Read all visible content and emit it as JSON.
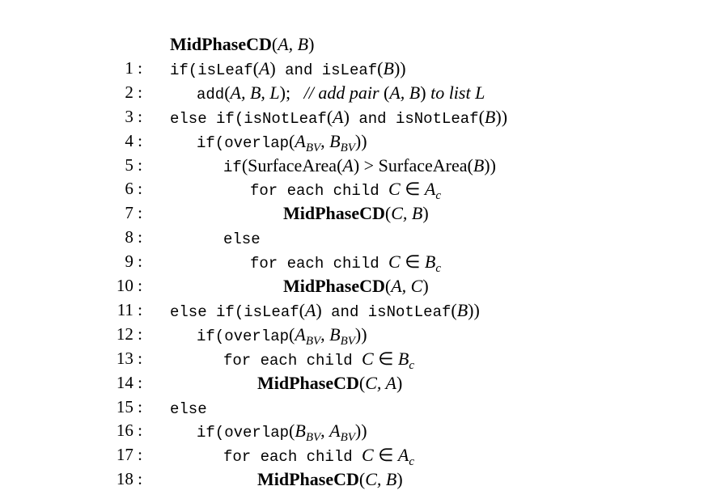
{
  "algorithm": {
    "header": [
      [
        "bf",
        "MidPhaseCD"
      ],
      [
        "rm",
        "("
      ],
      [
        "it",
        "A, B"
      ],
      [
        "rm",
        ")"
      ]
    ],
    "lines": [
      {
        "num": "1 :",
        "segs": [
          [
            "tt",
            "if(isLeaf"
          ],
          [
            "rm",
            "("
          ],
          [
            "it",
            "A"
          ],
          [
            "rm",
            ")"
          ],
          [
            "tt",
            " and isLeaf"
          ],
          [
            "rm",
            "("
          ],
          [
            "it",
            "B"
          ],
          [
            "rm",
            "))"
          ]
        ]
      },
      {
        "num": "2 :",
        "segs": [
          [
            "tt",
            "add"
          ],
          [
            "rm",
            "("
          ],
          [
            "it",
            "A, B, L"
          ],
          [
            "rm",
            ");"
          ],
          [
            "it",
            "   // add pair "
          ],
          [
            "rm",
            "("
          ],
          [
            "it",
            "A, B"
          ],
          [
            "rm",
            ")"
          ],
          [
            "it",
            " to list L"
          ]
        ]
      },
      {
        "num": "3 :",
        "segs": [
          [
            "tt",
            "else if(isNotLeaf"
          ],
          [
            "rm",
            "("
          ],
          [
            "it",
            "A"
          ],
          [
            "rm",
            ")"
          ],
          [
            "tt",
            " and isNotLeaf"
          ],
          [
            "rm",
            "("
          ],
          [
            "it",
            "B"
          ],
          [
            "rm",
            "))"
          ]
        ]
      },
      {
        "num": "4 :",
        "segs": [
          [
            "tt",
            "if(overlap"
          ],
          [
            "rm",
            "("
          ],
          [
            "it",
            "A"
          ],
          [
            "sub",
            "BV"
          ],
          [
            "rm",
            ", "
          ],
          [
            "it",
            "B"
          ],
          [
            "sub",
            "BV"
          ],
          [
            "rm",
            "))"
          ]
        ]
      },
      {
        "num": "5 :",
        "segs": [
          [
            "tt",
            "if"
          ],
          [
            "rm",
            "(SurfaceArea("
          ],
          [
            "it",
            "A"
          ],
          [
            "rm",
            ") > SurfaceArea("
          ],
          [
            "it",
            "B"
          ],
          [
            "rm",
            "))"
          ]
        ]
      },
      {
        "num": "6 :",
        "segs": [
          [
            "tt",
            "for each child "
          ],
          [
            "it",
            "C"
          ],
          [
            "rm",
            " ∈ "
          ],
          [
            "it",
            "A"
          ],
          [
            "sub",
            "c"
          ]
        ]
      },
      {
        "num": "7 :",
        "segs": [
          [
            "bf",
            "MidPhaseCD"
          ],
          [
            "rm",
            "("
          ],
          [
            "it",
            "C, B"
          ],
          [
            "rm",
            ")"
          ]
        ]
      },
      {
        "num": "8 :",
        "segs": [
          [
            "tt",
            "else"
          ]
        ]
      },
      {
        "num": "9 :",
        "segs": [
          [
            "tt",
            "for each child "
          ],
          [
            "it",
            "C"
          ],
          [
            "rm",
            " ∈ "
          ],
          [
            "it",
            "B"
          ],
          [
            "sub",
            "c"
          ]
        ]
      },
      {
        "num": "10 :",
        "segs": [
          [
            "bf",
            "MidPhaseCD"
          ],
          [
            "rm",
            "("
          ],
          [
            "it",
            "A, C"
          ],
          [
            "rm",
            ")"
          ]
        ]
      },
      {
        "num": "11 :",
        "segs": [
          [
            "tt",
            "else if(isLeaf"
          ],
          [
            "rm",
            "("
          ],
          [
            "it",
            "A"
          ],
          [
            "rm",
            ")"
          ],
          [
            "tt",
            " and isNotLeaf"
          ],
          [
            "rm",
            "("
          ],
          [
            "it",
            "B"
          ],
          [
            "rm",
            "))"
          ]
        ]
      },
      {
        "num": "12 :",
        "segs": [
          [
            "tt",
            "if(overlap"
          ],
          [
            "rm",
            "("
          ],
          [
            "it",
            "A"
          ],
          [
            "sub",
            "BV"
          ],
          [
            "rm",
            ", "
          ],
          [
            "it",
            "B"
          ],
          [
            "sub",
            "BV"
          ],
          [
            "rm",
            "))"
          ]
        ]
      },
      {
        "num": "13 :",
        "segs": [
          [
            "tt",
            "for each child "
          ],
          [
            "it",
            "C"
          ],
          [
            "rm",
            " ∈ "
          ],
          [
            "it",
            "B"
          ],
          [
            "sub",
            "c"
          ]
        ]
      },
      {
        "num": "14 :",
        "segs": [
          [
            "bf",
            "MidPhaseCD"
          ],
          [
            "rm",
            "("
          ],
          [
            "it",
            "C, A"
          ],
          [
            "rm",
            ")"
          ]
        ]
      },
      {
        "num": "15 :",
        "segs": [
          [
            "tt",
            "else"
          ]
        ]
      },
      {
        "num": "16 :",
        "segs": [
          [
            "tt",
            "if(overlap"
          ],
          [
            "rm",
            "("
          ],
          [
            "it",
            "B"
          ],
          [
            "sub",
            "BV"
          ],
          [
            "rm",
            ", "
          ],
          [
            "it",
            "A"
          ],
          [
            "sub",
            "BV"
          ],
          [
            "rm",
            "))"
          ]
        ]
      },
      {
        "num": "17 :",
        "segs": [
          [
            "tt",
            "for each child "
          ],
          [
            "it",
            "C"
          ],
          [
            "rm",
            " ∈ "
          ],
          [
            "it",
            "A"
          ],
          [
            "sub",
            "c"
          ]
        ]
      },
      {
        "num": "18 :",
        "segs": [
          [
            "bf",
            "MidPhaseCD"
          ],
          [
            "rm",
            "("
          ],
          [
            "it",
            "C, B"
          ],
          [
            "rm",
            ")"
          ]
        ]
      }
    ]
  }
}
